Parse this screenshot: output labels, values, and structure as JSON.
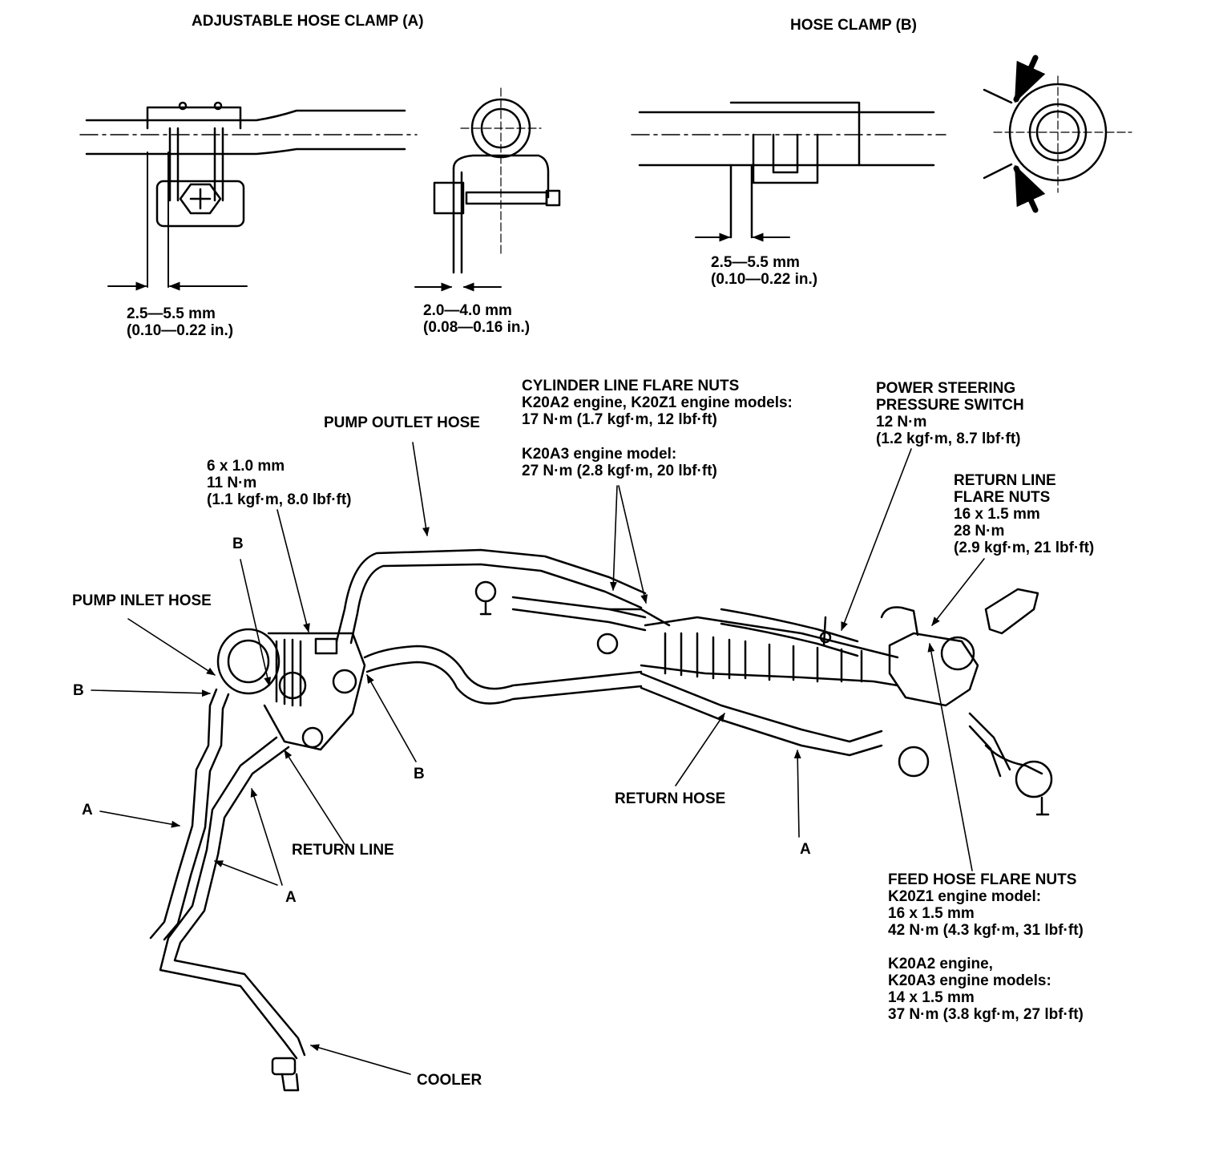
{
  "clamp_a": {
    "title": "ADJUSTABLE HOSE CLAMP (A)",
    "dim1": [
      "2.5—5.5 mm",
      "(0.10—0.22 in.)"
    ],
    "dim2": [
      "2.0—4.0 mm",
      "(0.08—0.16 in.)"
    ]
  },
  "clamp_b": {
    "title": "HOSE CLAMP (B)",
    "dim": [
      "2.5—5.5 mm",
      "(0.10—0.22 in.)"
    ]
  },
  "callouts": {
    "pump_outlet_hose": "PUMP OUTLET HOSE",
    "pump_bolt": [
      "6 x 1.0 mm",
      "11 N·m",
      "(1.1 kgf·m, 8.0 lbf·ft)"
    ],
    "cylinder_line": [
      "CYLINDER LINE FLARE NUTS",
      "K20A2 engine, K20Z1 engine models:",
      "17 N·m (1.7 kgf·m, 12 lbf·ft)"
    ],
    "cylinder_line_k20a3": [
      "K20A3 engine model:",
      "27 N·m (2.8 kgf·m, 20 lbf·ft)"
    ],
    "ps_switch": [
      "POWER STEERING",
      "PRESSURE SWITCH",
      "12 N·m",
      "(1.2 kgf·m, 8.7 lbf·ft)"
    ],
    "return_line_flare": [
      "RETURN LINE",
      "FLARE NUTS",
      "16 x 1.5 mm",
      "28 N·m",
      "(2.9 kgf·m, 21 lbf·ft)"
    ],
    "pump_inlet_hose": "PUMP INLET HOSE",
    "b_top": "B",
    "b_left": "B",
    "b_mid": "B",
    "return_hose": "RETURN HOSE",
    "return_line": "RETURN LINE",
    "a_left": "A",
    "a_lower": "A",
    "a_right": "A",
    "cooler": "COOLER",
    "feed_hose": [
      "FEED HOSE FLARE NUTS",
      "K20Z1 engine model:",
      "16 x 1.5 mm",
      "42 N·m (4.3 kgf·m, 31 lbf·ft)"
    ],
    "feed_hose_k20a": [
      "K20A2 engine,",
      "K20A3 engine models:",
      "14 x 1.5 mm",
      "37 N·m (3.8 kgf·m, 27 lbf·ft)"
    ]
  }
}
